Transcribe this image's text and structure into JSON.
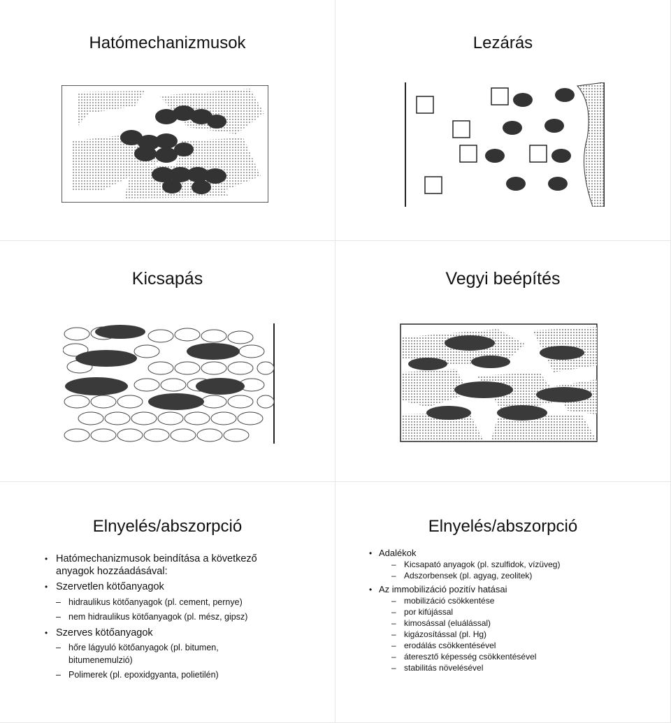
{
  "slides": [
    {
      "title": "Hatómechanizmusok"
    },
    {
      "title": "Lezárás"
    },
    {
      "title": "Kicsapás"
    },
    {
      "title": "Vegyi beépítés"
    },
    {
      "title": "Elnyelés/abszorpció",
      "items": [
        "Hatómechanizmusok beindítása a következő anyagok hozzáadásával:",
        "Szervetlen kötőanyagok",
        "hidraulikus kötőanyagok (pl. cement, pernye)",
        "nem hidraulikus kötőanyagok (pl. mész, gipsz)",
        "Szerves kötőanyagok",
        "hőre lágyuló kötőanyagok (pl. bitumen, bitumenemulzió)",
        "Polimerek (pl. epoxidgyanta, polietilén)"
      ]
    },
    {
      "title": "Elnyelés/abszorpció",
      "items": [
        "Adalékok",
        "Kicsapató anyagok (pl. szulfidok, vízüveg)",
        "Adszorbensek (pl. agyag, zeolitek)",
        "Az immobilizáció pozitív hatásai",
        "mobilizáció csökkentése",
        "por kifújással",
        "kimosással (eluálással)",
        "kigázosítással (pl. Hg)",
        "erodálás csökkentésével",
        "áteresztő képesség csökkentésével",
        "stabilitás növelésével"
      ]
    }
  ],
  "colors": {
    "dark": "#3a3a3a",
    "hatch": "#9a9a9a",
    "border": "#e6e6e6"
  }
}
